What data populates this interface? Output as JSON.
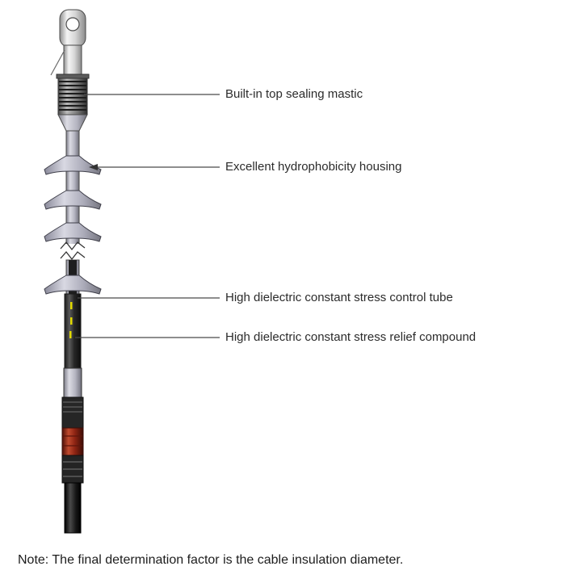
{
  "diagram": {
    "labels": [
      {
        "id": "top-sealing-mastic",
        "text": "Built-in top sealing mastic"
      },
      {
        "id": "hydrophobicity-housing",
        "text": "Excellent hydrophobicity housing"
      },
      {
        "id": "stress-control-tube",
        "text": "High dielectric constant stress control tube"
      },
      {
        "id": "stress-relief-compound",
        "text": "High dielectric constant stress relief compound"
      }
    ],
    "note": "Note: The final determination factor is the cable insulation diameter.",
    "colors": {
      "skirt": "#b2b2c0",
      "metal_light": "#e8e8e8",
      "dark_tube": "#262626",
      "red_band": "#9a2a18",
      "yellow_mark": "#e2da00",
      "leader_line": "#4a4a4a",
      "text": "#2b2b2b"
    }
  }
}
